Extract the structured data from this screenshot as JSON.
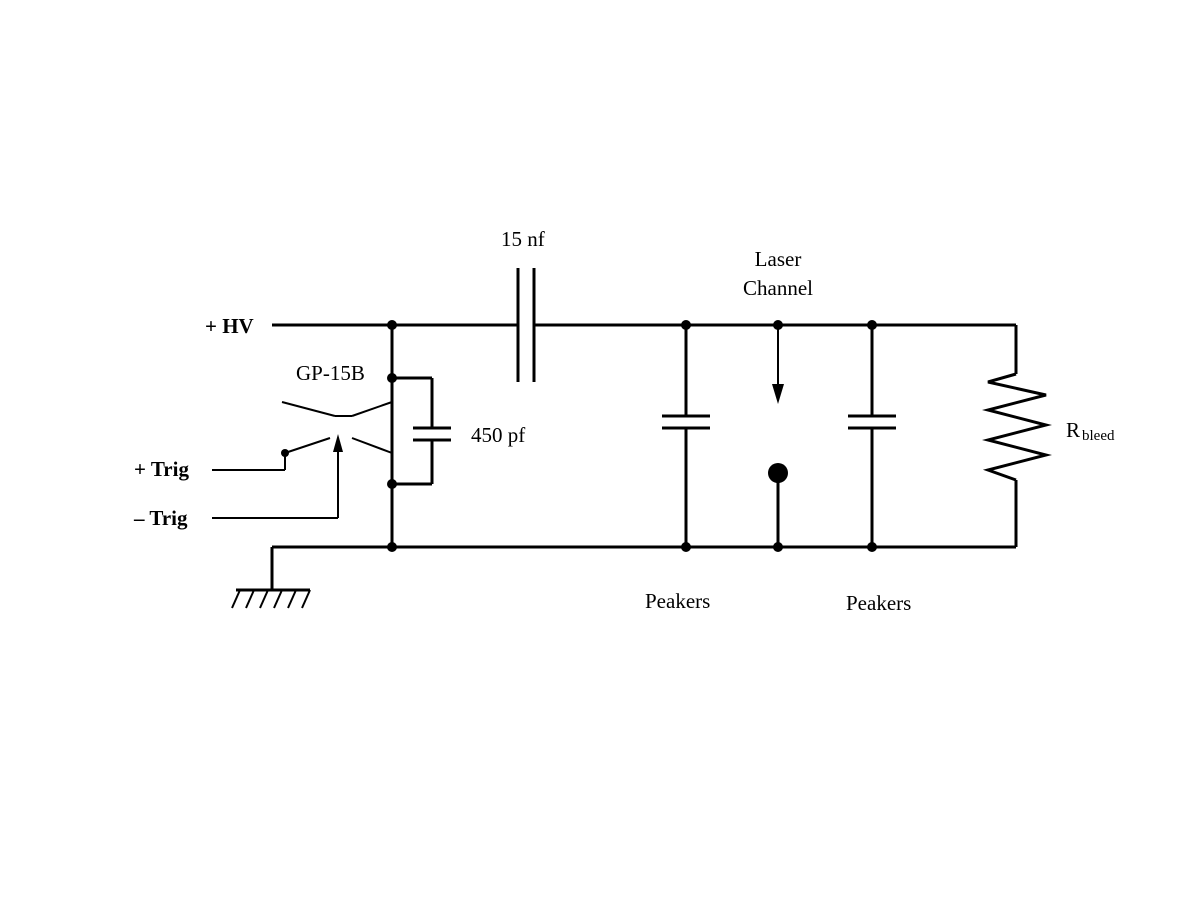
{
  "labels": {
    "hv": "+ HV",
    "trig_plus": "+ Trig",
    "trig_minus": "– Trig",
    "switch": "GP-15B",
    "cap_small": "450 pf",
    "cap_main": "15 nf",
    "laser_line1": "Laser",
    "laser_line2": "Channel",
    "peakers_left": "Peakers",
    "peakers_right": "Peakers",
    "r_main": "R",
    "r_sub": "bleed"
  },
  "icons": {
    "ground": "ground-symbol",
    "switch": "spark-gap-switch",
    "resistor": "resistor-zigzag",
    "capacitor": "capacitor-symbol"
  }
}
